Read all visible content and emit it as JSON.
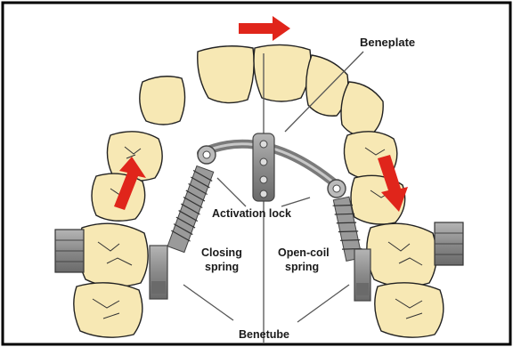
{
  "labels": {
    "beneplate": "Beneplate",
    "activation_lock": "Activation lock",
    "closing_spring_1": "Closing",
    "closing_spring_2": "spring",
    "open_coil_1": "Open-coil",
    "open_coil_2": "spring",
    "benetube": "Benetube"
  },
  "colors": {
    "tooth_fill": "#f7e8b4",
    "tooth_stroke": "#222222",
    "metal": "#8a8a8a",
    "metal_dark": "#5c5c5c",
    "arrow": "#e0251b",
    "leader": "#555555",
    "border": "#000000"
  },
  "icons": {
    "arrow_right": "arrow-right-icon",
    "arrow_up": "arrow-up-icon",
    "arrow_down": "arrow-down-icon"
  }
}
